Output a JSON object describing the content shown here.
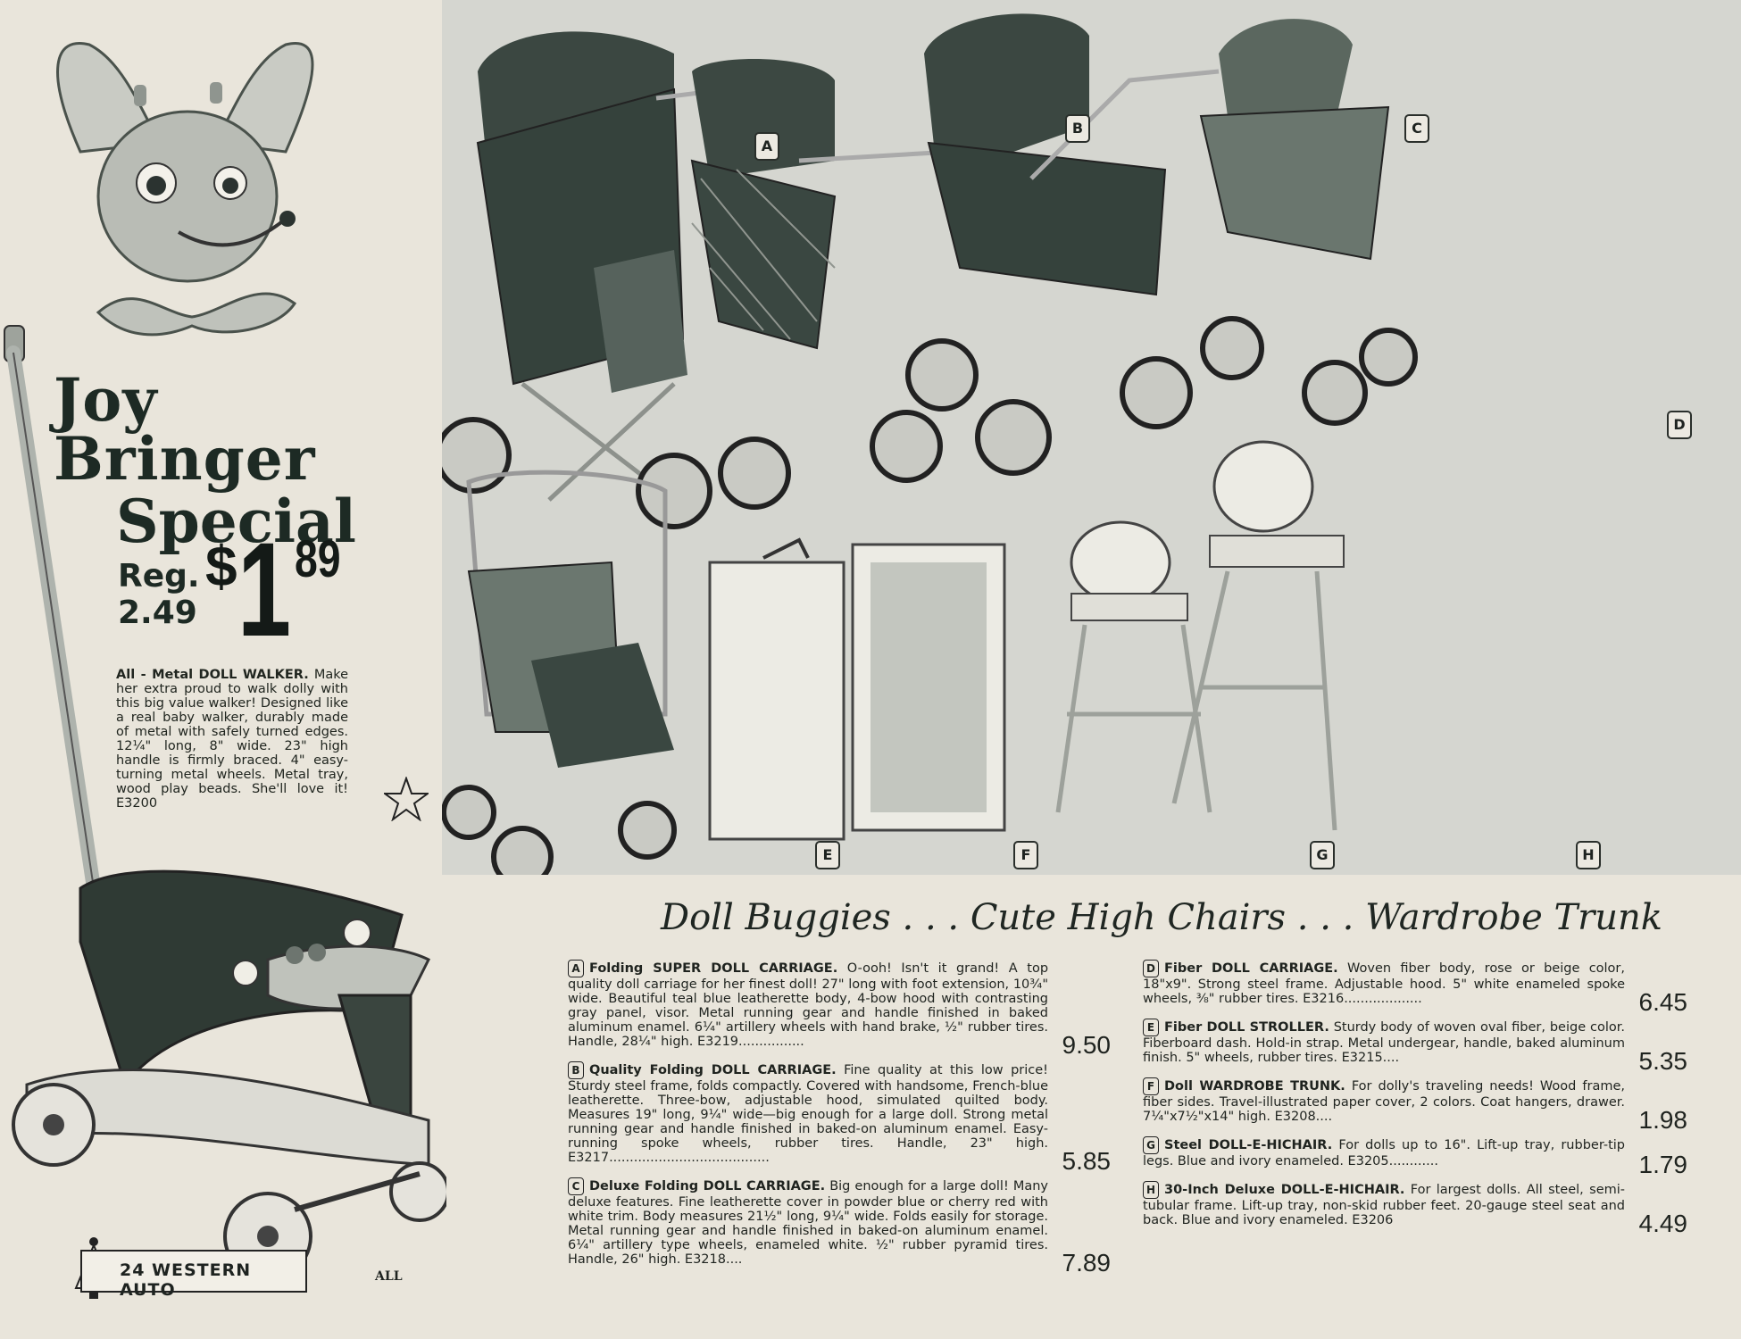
{
  "promo": {
    "title_line1": "Joy Bringer",
    "title_line2": "Special",
    "reg_label": "Reg.",
    "reg_price": "2.49",
    "price_dollar": "$",
    "price_whole": "1",
    "price_cents": "89",
    "desc_name": "All - Metal DOLL WALKER.",
    "desc_text": "Make her extra proud to walk dolly with this big value walker! Designed like a real baby walker, durably made of metal with safely turned edges. 12¼\" long, 8\" wide. 23\" high handle is firmly braced. 4\" easy-turning metal wheels. Metal tray, wood play beads. She'll love it! E3200"
  },
  "footer": {
    "page_label": "24 WESTERN AUTO",
    "mark": "ALL"
  },
  "photo_tags": [
    "A",
    "B",
    "C",
    "D",
    "E",
    "F",
    "G",
    "H"
  ],
  "headline": "Doll Buggies . . . Cute High Chairs . . . Wardrobe Trunk",
  "items_left": [
    {
      "letter": "A",
      "name": "Folding SUPER DOLL CARRIAGE.",
      "text": "O-ooh! Isn't it grand! A top quality doll carriage for her finest doll! 27\" long with foot extension, 10¾\" wide. Beautiful teal blue leatherette body, 4-bow hood with contrasting gray panel, visor. Metal running gear and handle finished in baked aluminum enamel. 6¼\" artillery wheels with hand brake, ½\" rubber tires. Handle, 28¼\" high. E3219................",
      "price": "9.50"
    },
    {
      "letter": "B",
      "name": "Quality Folding DOLL CARRIAGE.",
      "text": "Fine quality at this low price! Sturdy steel frame, folds compactly. Covered with handsome, French-blue leatherette. Three-bow, adjustable hood, simulated quilted body. Measures 19\" long, 9¼\" wide—big enough for a large doll. Strong metal running gear and handle finished in baked-on aluminum enamel. Easy-running spoke wheels, rubber tires. Handle, 23\" high. E3217.......................................",
      "price": "5.85"
    },
    {
      "letter": "C",
      "name": "Deluxe Folding DOLL CARRIAGE.",
      "text": "Big enough for a large doll! Many deluxe features. Fine leatherette cover in powder blue or cherry red with white trim. Body measures 21½\" long, 9¼\" wide. Folds easily for storage. Metal running gear and handle finished in baked-on aluminum enamel. 6¼\" artillery type wheels, enameled white. ½\" rubber pyramid tires. Handle, 26\" high. E3218....",
      "price": "7.89"
    }
  ],
  "items_right": [
    {
      "letter": "D",
      "name": "Fiber DOLL CARRIAGE.",
      "text": "Woven fiber body, rose or beige color, 18\"x9\". Strong steel frame. Adjustable hood. 5\" white enameled spoke wheels, ⅜\" rubber tires. E3216...................",
      "price": "6.45"
    },
    {
      "letter": "E",
      "name": "Fiber DOLL STROLLER.",
      "text": "Sturdy body of woven oval fiber, beige color. Fiberboard dash. Hold-in strap. Metal undergear, handle, baked aluminum finish. 5\" wheels, rubber tires. E3215....",
      "price": "5.35"
    },
    {
      "letter": "F",
      "name": "Doll WARDROBE TRUNK.",
      "text": "For dolly's traveling needs! Wood frame, fiber sides. Travel-illustrated paper cover, 2 colors. Coat hangers, drawer. 7¼\"x7½\"x14\" high. E3208....",
      "price": "1.98"
    },
    {
      "letter": "G",
      "name": "Steel DOLL-E-HICHAIR.",
      "text": "For dolls up to 16\". Lift-up tray, rubber-tip legs. Blue and ivory enameled. E3205............",
      "price": "1.79"
    },
    {
      "letter": "H",
      "name": "30-Inch Deluxe DOLL-E-HICHAIR.",
      "text": "For largest dolls. All steel, semi-tubular frame. Lift-up tray, non-skid rubber feet. 20-gauge steel seat and back. Blue and ivory enameled. E3206",
      "price": "4.49"
    }
  ]
}
